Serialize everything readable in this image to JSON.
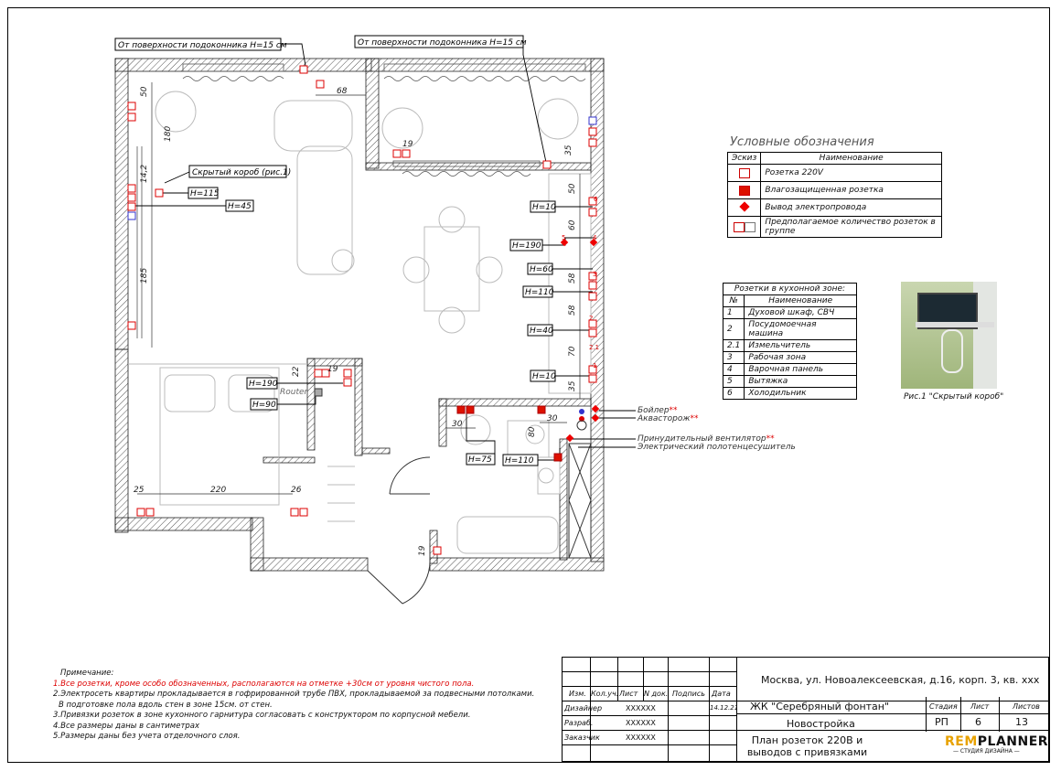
{
  "callouts": {
    "top_left": "От поверхности подоконника H=15 см",
    "top_right": "От поверхности подоконника H=15 см",
    "hidden_box": "Скрытый короб (рис.1)",
    "router": "Router"
  },
  "heights": {
    "h115": "H=115",
    "h45": "H=45",
    "h10a": "H=10",
    "h190a": "H=190",
    "h60": "H=60",
    "h110a": "H=110",
    "h40": "H=40",
    "h10b": "H=10",
    "h190b": "H=190",
    "h90": "H=90",
    "h75": "H=75",
    "h110b": "H=110"
  },
  "dims": {
    "d50": "50",
    "d180": "180",
    "d142": "14,2",
    "d185": "185",
    "d68": "68",
    "d19a": "19",
    "d35a": "35",
    "d50b": "50",
    "d60": "60",
    "d58a": "58",
    "d58b": "58",
    "d70": "70",
    "d35b": "35",
    "d22": "22",
    "d19b": "19",
    "d25": "25",
    "d220": "220",
    "d26": "26",
    "d30a": "30",
    "d30b": "30",
    "d80": "80",
    "d19c": "19"
  },
  "fixtures": {
    "boiler": "Бойлер",
    "aquastorozh": "Аквасторож",
    "fan": "Принудительный вентилятор",
    "towel": "Электрический полотенцесушитель",
    "stars": "**"
  },
  "socket_nums": [
    "6",
    "5",
    "4",
    "3",
    "2",
    "2.1",
    "1"
  ],
  "legend": {
    "title": "Условные обозначения",
    "col_sketch": "Эскиз",
    "col_name": "Наименование",
    "rows": [
      {
        "icon": "socket-220-icon",
        "name": "Розетка 220V"
      },
      {
        "icon": "waterproof-socket-icon",
        "name": "Влагозащищенная розетка"
      },
      {
        "icon": "wire-outlet-icon",
        "name": "Вывод электропровода"
      },
      {
        "icon": "socket-group-icon",
        "name": "Предполагаемое количество розеток в группе"
      }
    ]
  },
  "kitchen": {
    "title": "Розетки в кухонной зоне:",
    "col_no": "№",
    "col_name": "Наименование",
    "rows": [
      {
        "no": "1",
        "name": "Духовой шкаф, СВЧ"
      },
      {
        "no": "2",
        "name": "Посудомоечная машина"
      },
      {
        "no": "2.1",
        "name": "Измельчитель"
      },
      {
        "no": "3",
        "name": "Рабочая зона"
      },
      {
        "no": "4",
        "name": "Варочная панель"
      },
      {
        "no": "5",
        "name": "Вытяжка"
      },
      {
        "no": "6",
        "name": "Холодильник"
      }
    ]
  },
  "photo_caption": "Рис.1 \"Скрытый короб\"",
  "notes": {
    "heading": "Примечание:",
    "lines": [
      "1.Все розетки, кроме особо обозначенных, располагаются на отметке +30см от уровня чистого пола.",
      "2.Электросеть квартиры прокладывается в гофрированной трубе ПВХ, прокладываемой за подвесными потолками.",
      "   В подготовке пола вдоль стен в зоне 15см. от стен.",
      "3.Привязки розеток в зоне кухонного гарнитура согласовать с конструктором по корпусной мебели.",
      "4.Все размеры даны в сантиметрах",
      "5.Размеры даны без учета отделочного слоя."
    ]
  },
  "title_block": {
    "headers": [
      "Изм.",
      "Кол.уч.",
      "Лист",
      "N док.",
      "Подпись",
      "Дата"
    ],
    "roles": [
      {
        "role": "Дизайнер",
        "name": "XXXXXX",
        "date": "14.12.21"
      },
      {
        "role": "Разраб.",
        "name": "XXXXXX",
        "date": ""
      },
      {
        "role": "Заказчик",
        "name": "XXXXXX",
        "date": ""
      }
    ],
    "address": "Москва, ул. Новоалексеевская, д.16, корп. 3, кв. xxx",
    "project": "ЖК \"Серебряный фонтан\"",
    "type": "Новостройка",
    "sheet_title": "План розеток 220В и выводов с привязками",
    "stage_label": "Стадия",
    "sheet_label": "Лист",
    "sheets_label": "Листов",
    "stage": "РП",
    "sheet": "6",
    "sheets": "13",
    "logo_a": "REM",
    "logo_b": "PLANNER",
    "logo_sub": "— СТУДИЯ ДИЗАЙНА —"
  }
}
